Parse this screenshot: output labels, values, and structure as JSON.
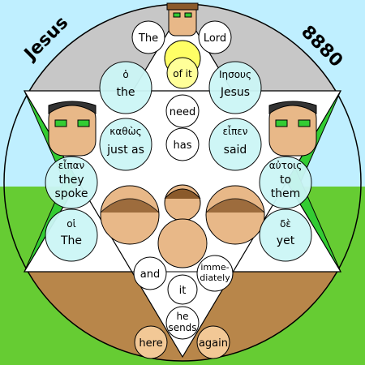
{
  "colors": {
    "sky": "#bfefff",
    "grass": "#66cc33",
    "earth": "#b8864a",
    "disc_gray": "#c7c7c7",
    "triangle_white": "#ffffff",
    "green": "#33cc33",
    "light_cyan": "#ccf6f6",
    "tan": "#e8b888",
    "brown": "#8b5a2b",
    "yellow": "#ffff66",
    "pink": "#ffaacc",
    "magenta": "#cc55cc"
  },
  "corner": {
    "left": "Jesus",
    "right": "8880"
  },
  "words": {
    "the_lord_1": "The",
    "the_lord_2": "Lord",
    "of_it": "of it",
    "o": "ὁ",
    "the": "the",
    "iesous": "Ιησους",
    "jesus": "Jesus",
    "need": "need",
    "has": "has",
    "kathos": "καθὼς",
    "just_as": "just as",
    "eipen": "εἶπεν",
    "said": "said",
    "eipan": "εἶπαν",
    "they": "they",
    "spoke": "spoke",
    "autois": "αὐτοις",
    "to": "to",
    "them": "them",
    "hoi": "οἱ",
    "the2": "The",
    "de": "δὲ",
    "yet": "yet",
    "and": "and",
    "imme": "imme-",
    "diately": "diately",
    "it": "it",
    "he": "he",
    "sends": "sends",
    "here": "here",
    "again": "again"
  }
}
